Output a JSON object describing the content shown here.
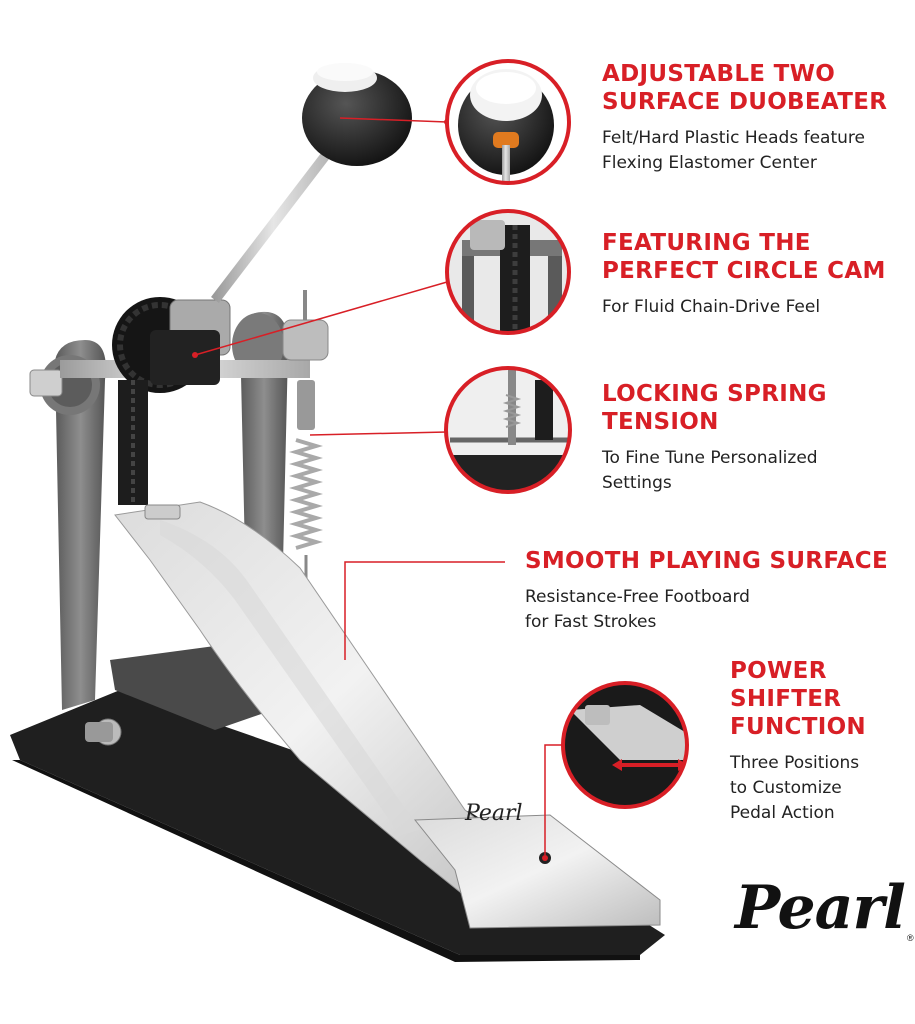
{
  "features": [
    {
      "title_lines": [
        "ADJUSTABLE TWO",
        "SURFACE DUOBEATER"
      ],
      "desc_lines": [
        "Felt/Hard Plastic Heads feature",
        "Flexing Elastomer Center"
      ]
    },
    {
      "title_lines": [
        "FEATURING THE",
        "PERFECT CIRCLE CAM"
      ],
      "desc_lines": [
        "For Fluid Chain-Drive Feel"
      ]
    },
    {
      "title_lines": [
        "LOCKING SPRING",
        "TENSION"
      ],
      "desc_lines": [
        "To Fine Tune Personalized",
        "Settings"
      ]
    },
    {
      "title_lines": [
        "SMOOTH PLAYING SURFACE"
      ],
      "desc_lines": [
        "Resistance-Free Footboard",
        "for Fast Strokes"
      ]
    },
    {
      "title_lines": [
        "POWER",
        "SHIFTER",
        "FUNCTION"
      ],
      "desc_lines": [
        "Three Positions",
        "to Customize",
        "Pedal Action"
      ]
    }
  ],
  "logo": {
    "text": "Pearl",
    "mark": "®"
  },
  "footboard_logo": "Pearl",
  "colors": {
    "accent": "#d81f26",
    "text": "#222222",
    "metal": "#c9c9c9",
    "dark": "#1f1f1f"
  }
}
